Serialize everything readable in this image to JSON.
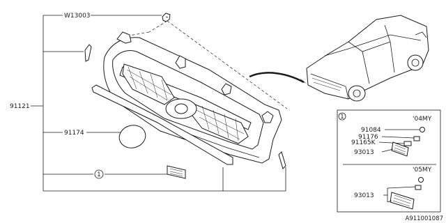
{
  "callouts": {
    "w13003": "W13003",
    "p91121": "91121",
    "p91174": "91174",
    "circle_ref": "1"
  },
  "inset": {
    "circle_ref": "1",
    "my04": "'04MY",
    "my05": "'05MY",
    "p91084": "91084",
    "p91176": "91176",
    "p91165k": "91165K",
    "p93013_04": "93013",
    "p93013_05": "93013"
  },
  "diagram_id": "A911001087",
  "colors": {
    "line": "#1a1a1a",
    "background": "#ffffff"
  }
}
